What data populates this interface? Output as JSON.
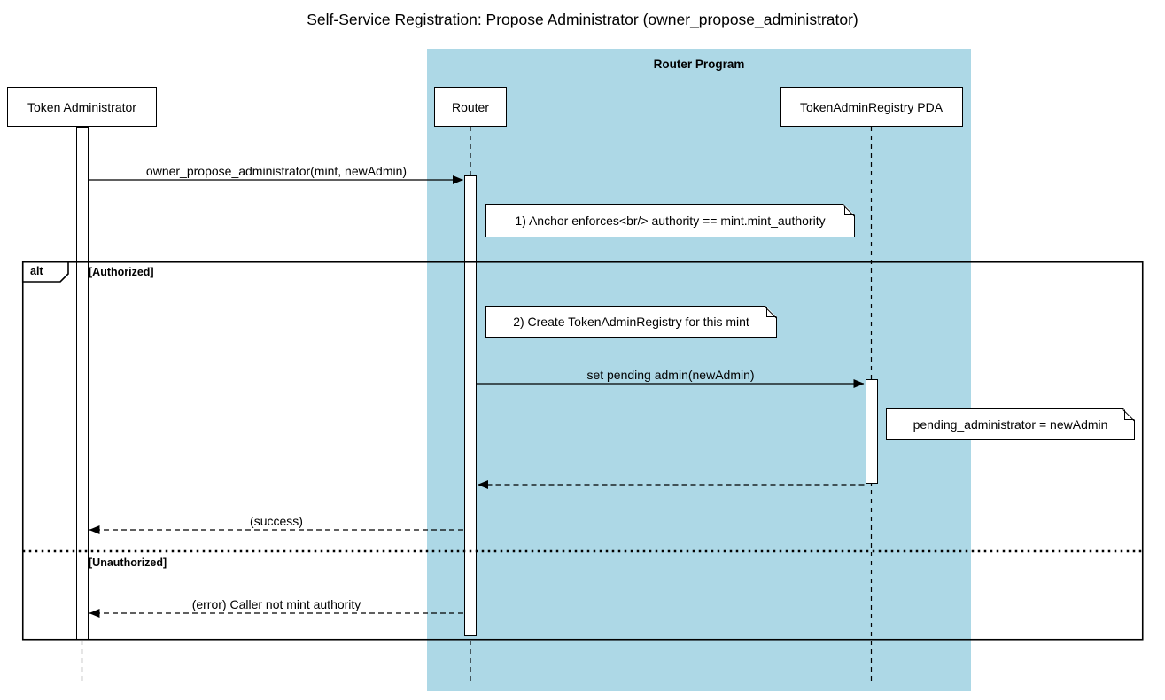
{
  "title": "Self-Service Registration: Propose Administrator (owner_propose_administrator)",
  "colors": {
    "container_fill": "#ADD8E6"
  },
  "container": {
    "label": "Router Program"
  },
  "participants": [
    {
      "label": "Token Administrator"
    },
    {
      "label": "Router"
    },
    {
      "label": "TokenAdminRegistry PDA"
    }
  ],
  "messages": [
    {
      "label": "owner_propose_administrator(mint, newAdmin)",
      "type": "solid-call"
    },
    {
      "label": "set pending admin(newAdmin)",
      "type": "solid-call"
    },
    {
      "label": "(success)",
      "type": "dashed-return"
    },
    {
      "label": "(error) Caller not mint authority",
      "type": "dashed-return"
    }
  ],
  "notes": [
    {
      "text": "1) Anchor enforces<br/> authority == mint.mint_authority"
    },
    {
      "text": "2) Create TokenAdminRegistry for this mint"
    },
    {
      "text": "pending_administrator = newAdmin"
    }
  ],
  "alt_frame": {
    "operator": "alt",
    "guard_authorized": "[Authorized]",
    "guard_unauthorized": "[Unauthorized]"
  }
}
